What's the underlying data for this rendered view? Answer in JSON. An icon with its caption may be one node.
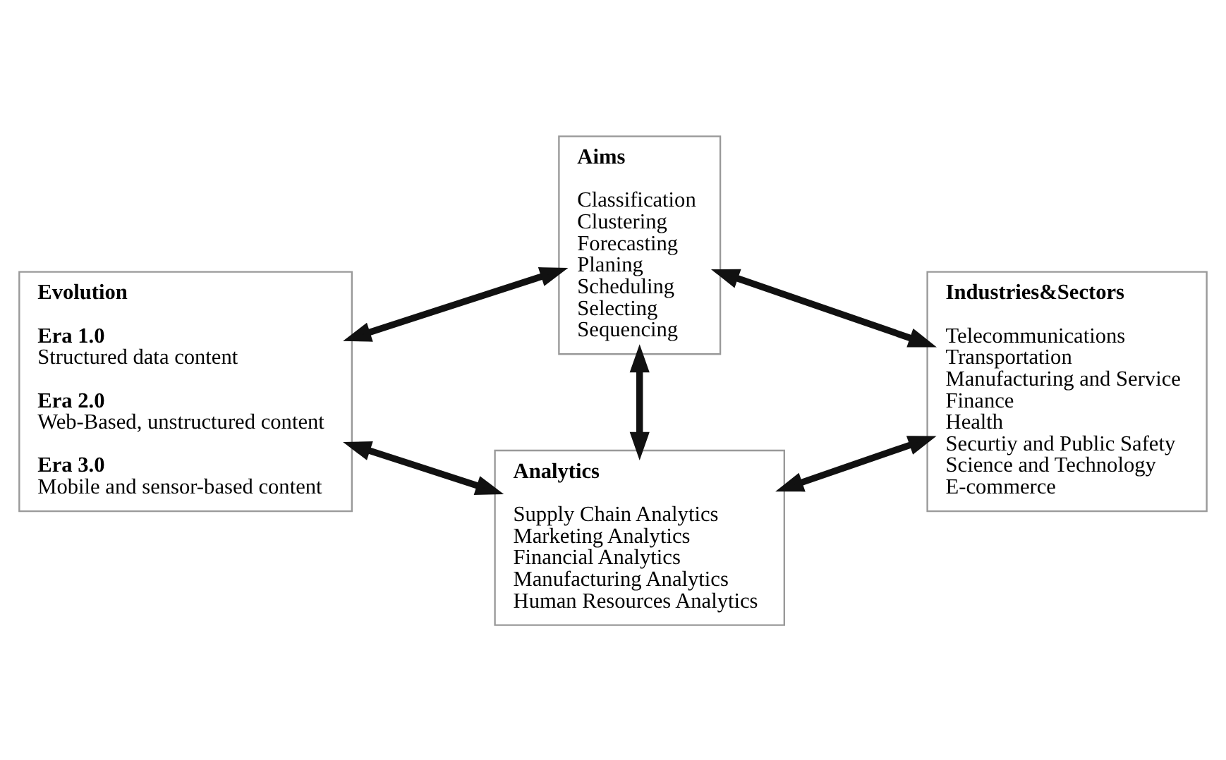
{
  "diagram": {
    "nodes": [
      {
        "text": [
          "Evolution",
          "Era 1.0",
          "Structured data content",
          "Era 2.0",
          "Web-Based, unstructured content",
          "Era 3.0",
          "Mobile and sensor-based content"
        ]
      },
      {
        "text": [
          "Aims",
          "Classification",
          "Clustering",
          "Forecasting",
          "Planing",
          "Scheduling",
          "Selecting",
          "Sequencing"
        ]
      },
      {
        "text": [
          "Analytics",
          "Supply Chain Analytics",
          "Marketing Analytics",
          "Financial Analytics",
          "Manufacturing Analytics",
          "Human Resources Analytics"
        ]
      },
      {
        "text": [
          "Industries&Sectors",
          "Telecommunications",
          "Transportation",
          "Manufacturing and Service",
          "Finance",
          "Health",
          "Securtiy and Public Safety",
          "Science and Technology",
          "E-commerce"
        ]
      }
    ],
    "edges": [
      {
        "from": 0,
        "to": 1,
        "arrow": "both"
      },
      {
        "from": 0,
        "to": 2,
        "arrow": "both"
      },
      {
        "from": 1,
        "to": 2,
        "arrow": "both"
      },
      {
        "from": 1,
        "to": 3,
        "arrow": "both"
      },
      {
        "from": 2,
        "to": 3,
        "arrow": "both"
      }
    ]
  }
}
